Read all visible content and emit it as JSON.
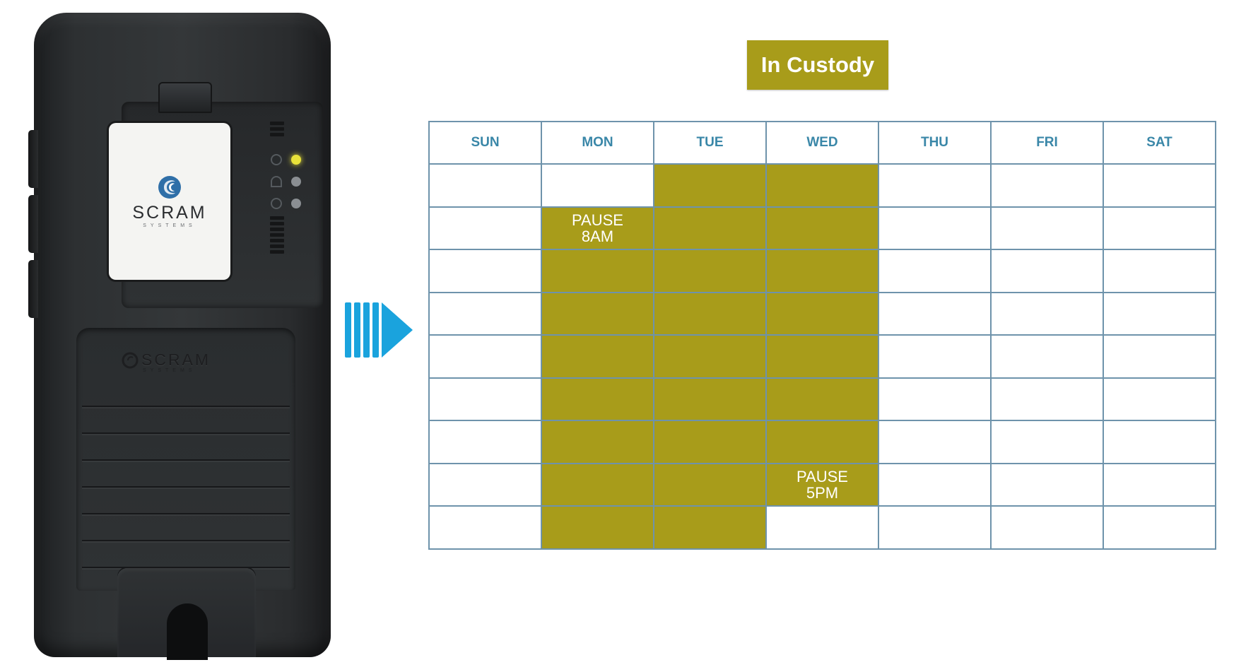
{
  "device": {
    "brand": "SCRAM",
    "brand_sub": "SYSTEMS",
    "led_colors": [
      "#e8e23a",
      "#8a8e92",
      "#8a8e92"
    ],
    "icons": [
      "power-icon",
      "wireless-icon",
      "clock-icon"
    ]
  },
  "arrow": {
    "color": "#1aa3dd"
  },
  "status": {
    "title": "In Custody",
    "color": "#a89c1a"
  },
  "calendar": {
    "days": [
      "SUN",
      "MON",
      "TUE",
      "WED",
      "THU",
      "FRI",
      "SAT"
    ],
    "rows": 9,
    "filled": [
      [
        false,
        false,
        true,
        true,
        false,
        false,
        false
      ],
      [
        false,
        true,
        true,
        true,
        false,
        false,
        false
      ],
      [
        false,
        true,
        true,
        true,
        false,
        false,
        false
      ],
      [
        false,
        true,
        true,
        true,
        false,
        false,
        false
      ],
      [
        false,
        true,
        true,
        true,
        false,
        false,
        false
      ],
      [
        false,
        true,
        true,
        true,
        false,
        false,
        false
      ],
      [
        false,
        true,
        true,
        true,
        false,
        false,
        false
      ],
      [
        false,
        true,
        true,
        true,
        false,
        false,
        false
      ],
      [
        false,
        true,
        true,
        false,
        false,
        false,
        false
      ]
    ],
    "labels": [
      {
        "row": 1,
        "col": 1,
        "lines": [
          "PAUSE",
          "8AM"
        ]
      },
      {
        "row": 7,
        "col": 3,
        "lines": [
          "PAUSE",
          "5PM"
        ]
      }
    ]
  }
}
